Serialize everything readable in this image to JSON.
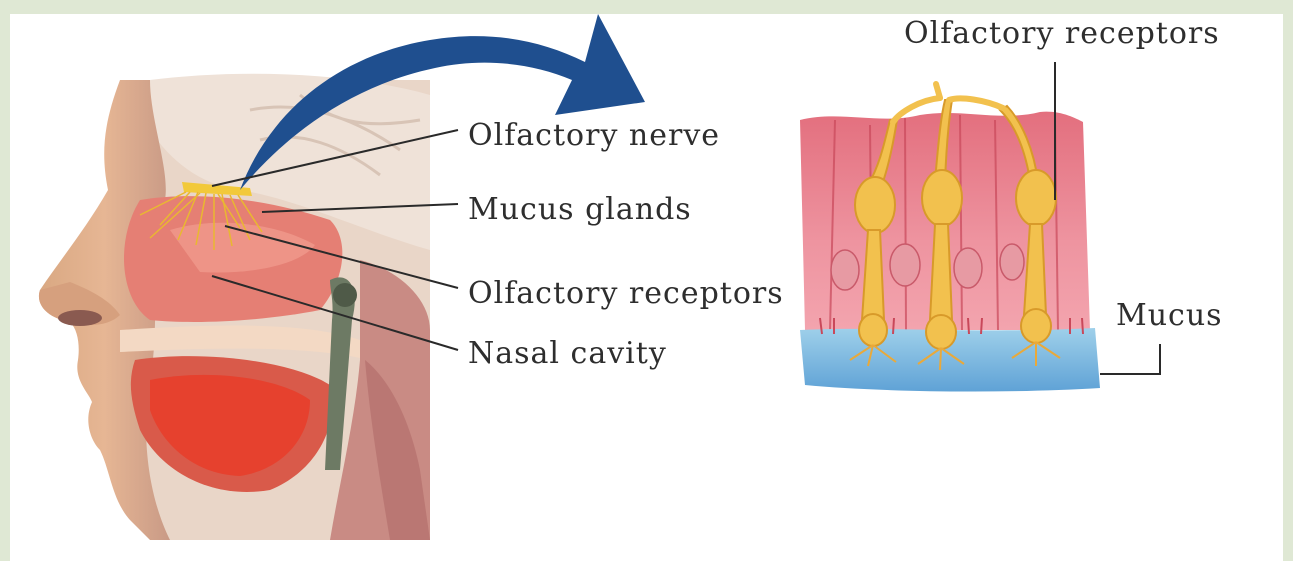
{
  "head_labels": {
    "olfactory_nerve": "Olfactory nerve",
    "mucus_glands": "Mucus glands",
    "olfactory_receptors": "Olfactory receptors",
    "nasal_cavity": "Nasal cavity"
  },
  "detail_labels": {
    "olfactory_receptors": "Olfactory receptors",
    "mucus": "Mucus"
  },
  "colors": {
    "background": "#dfe8d4",
    "arrow": "#1f4f8f",
    "flesh": "#e2887a",
    "tissue_pink": "#e8848e",
    "receptor_yellow": "#f2c14e",
    "mucus_blue": "#7bb8e0",
    "leader_line": "#2a2a2a"
  }
}
